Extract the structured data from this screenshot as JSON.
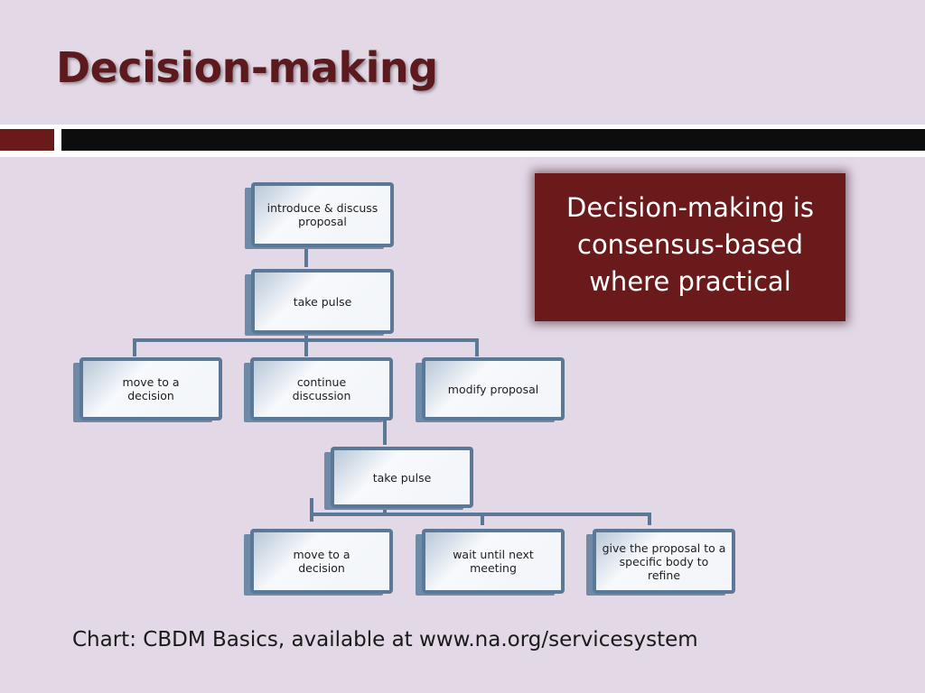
{
  "slide": {
    "title": "Decision-making",
    "callout": "Decision-making is consensus-based where practical",
    "caption": "Chart: CBDM Basics, available at www.na.org/servicesystem"
  },
  "flowchart": {
    "introduce": "introduce & discuss proposal",
    "take_pulse_1": "take pulse",
    "move_decision_1": "move to a decision",
    "continue_discussion": "continue discussion",
    "modify_proposal": "modify proposal",
    "take_pulse_2": "take pulse",
    "move_decision_2": "move to a decision",
    "wait_meeting": "wait until next meeting",
    "give_proposal": "give the proposal to a specific body to refine"
  },
  "colors": {
    "title": "#5c1a1f",
    "callout_bg": "#6b1a1c",
    "node_border": "#5b7896",
    "background": "#e2d8e6"
  }
}
